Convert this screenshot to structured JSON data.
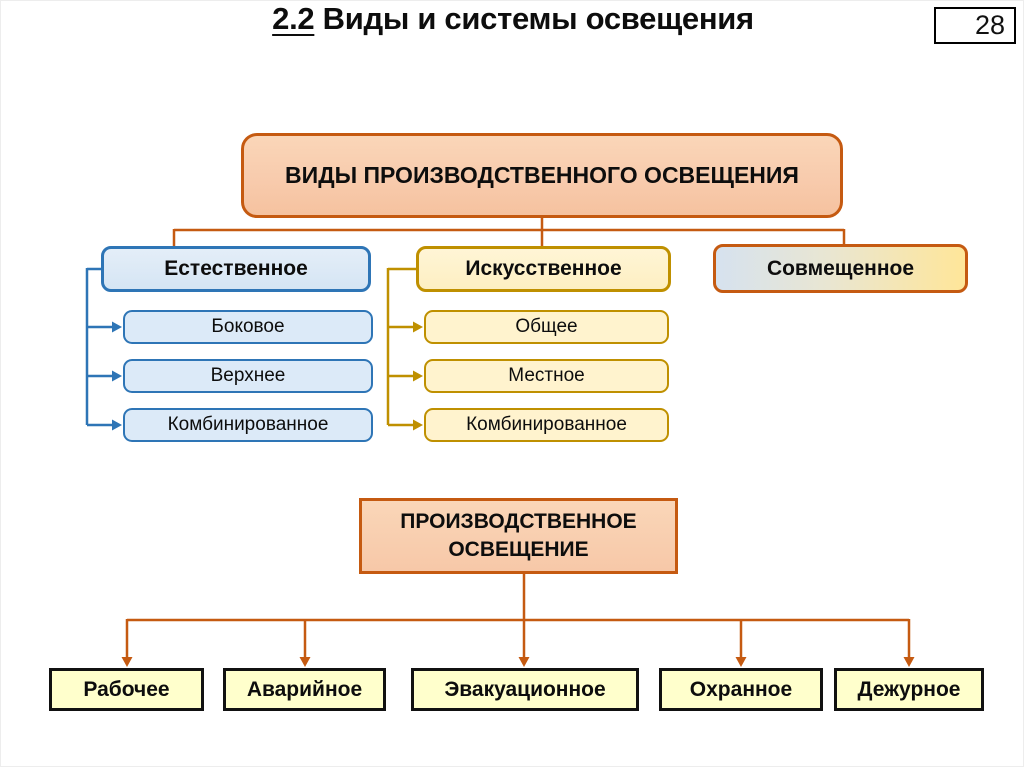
{
  "slide": {
    "page_number": "28",
    "title": {
      "section": "2.2",
      "text": " Виды и системы освещения"
    }
  },
  "colors": {
    "orange_border": "#C55A11",
    "orange_fill": "#F8CBAD",
    "blue_border": "#2E75B6",
    "blue_fill": "#DCEAF8",
    "gold_border": "#BF9000",
    "gold_fill": "#FFF2CC",
    "cream_fill": "#FFFFCC",
    "black_border": "#111111",
    "combined_gradient_left": "#D6E2EF",
    "combined_gradient_right": "#FFE699"
  },
  "types_diagram": {
    "root": "ВИДЫ ПРОИЗВОДСТВЕННОГО ОСВЕЩЕНИЯ",
    "natural": {
      "label": "Естественное",
      "children": [
        "Боковое",
        "Верхнее",
        "Комбинированное"
      ]
    },
    "artificial": {
      "label": "Искусственное",
      "children": [
        "Общее",
        "Местное",
        "Комбинированное"
      ]
    },
    "combined": {
      "label": "Совмещенное"
    }
  },
  "systems_diagram": {
    "root": "ПРОИЗВОДСТВЕННОЕ ОСВЕЩЕНИЕ",
    "children": [
      "Рабочее",
      "Аварийное",
      "Эвакуационное",
      "Охранное",
      "Дежурное"
    ]
  }
}
